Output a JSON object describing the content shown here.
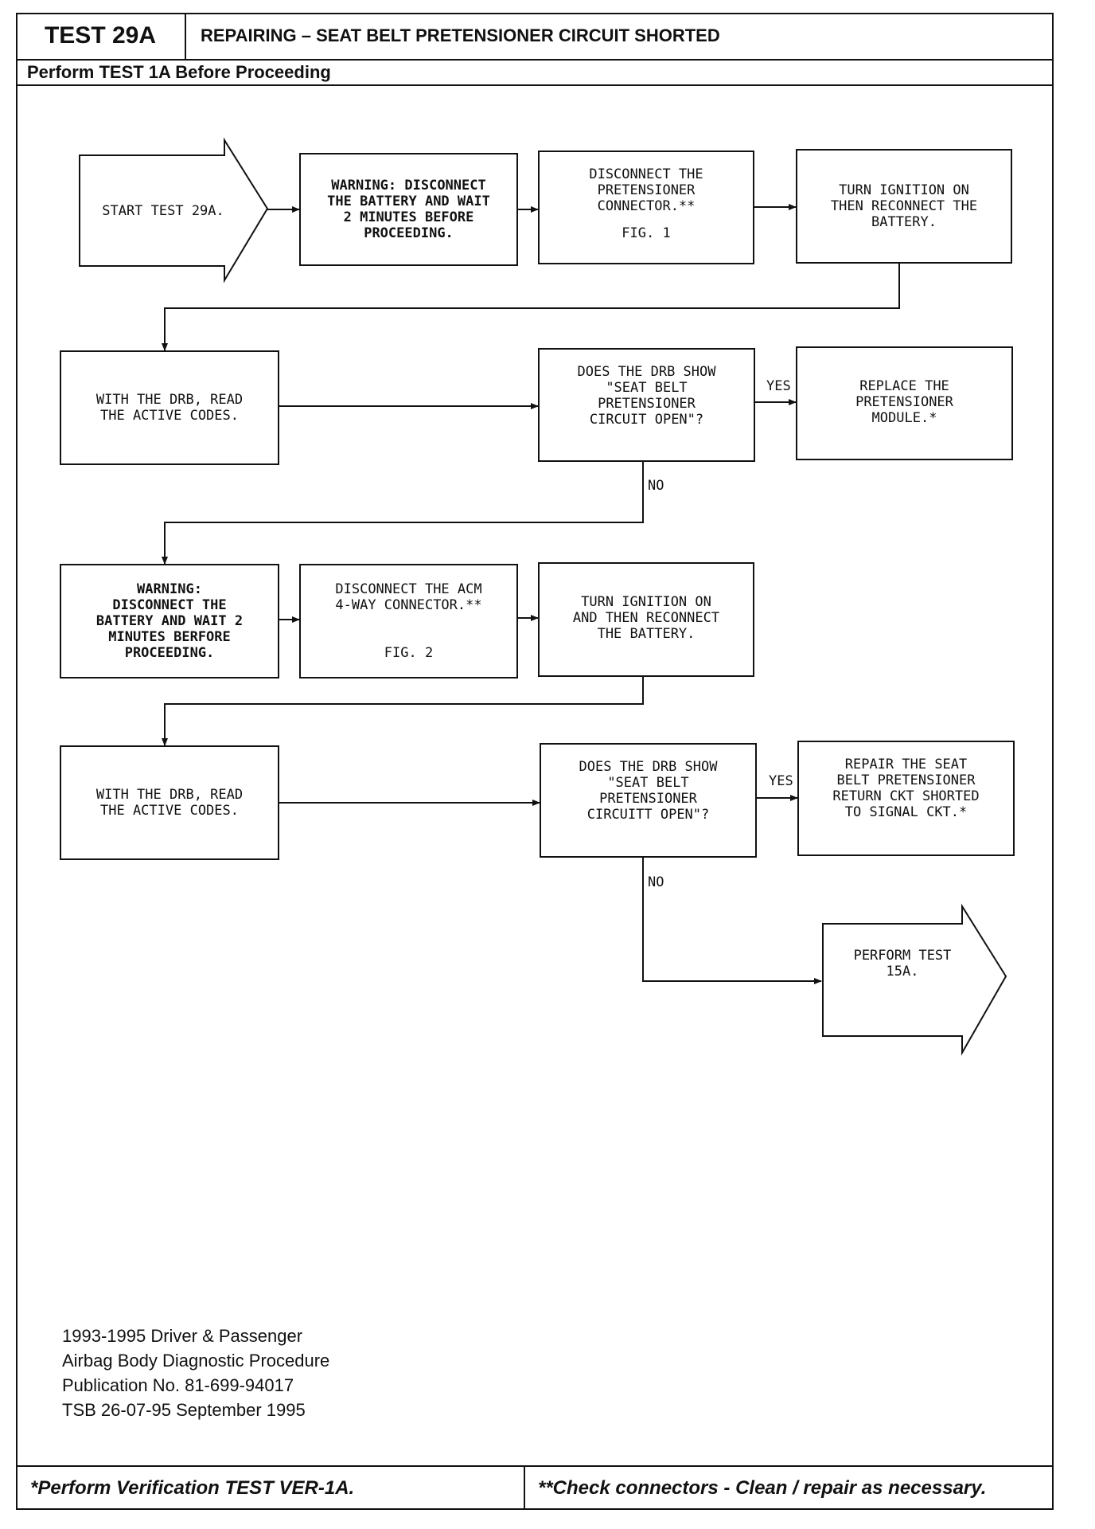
{
  "header": {
    "test_id": "TEST 29A",
    "title": "REPAIRING – SEAT BELT PRETENSIONER CIRCUIT SHORTED",
    "subtitle": "Perform TEST 1A Before Proceeding"
  },
  "flow": {
    "start": "START TEST 29A.",
    "warning1": [
      "WARNING: DISCONNECT",
      "THE BATTERY AND WAIT",
      "2 MINUTES BEFORE",
      "PROCEEDING."
    ],
    "disconnect1": [
      "DISCONNECT THE",
      "PRETENSIONER",
      "CONNECTOR.**"
    ],
    "disconnect1_fig": "FIG. 1",
    "ign1": [
      "TURN IGNITION ON",
      "THEN RECONNECT THE",
      "BATTERY."
    ],
    "read1": [
      "WITH THE DRB, READ",
      "THE ACTIVE CODES."
    ],
    "question1": [
      "DOES THE DRB SHOW",
      "\"SEAT BELT",
      "PRETENSIONER",
      "CIRCUIT OPEN\"?"
    ],
    "yes1": "YES",
    "replace": [
      "REPLACE THE",
      "PRETENSIONER",
      "MODULE.*"
    ],
    "no1": "NO",
    "warning2": [
      "WARNING:",
      "DISCONNECT THE",
      "BATTERY AND WAIT 2",
      "MINUTES BERFORE",
      "PROCEEDING."
    ],
    "disconnect2": [
      "DISCONNECT THE ACM",
      "4-WAY CONNECTOR.**"
    ],
    "disconnect2_fig": "FIG. 2",
    "ign2": [
      "TURN IGNITION ON",
      "AND THEN RECONNECT",
      "THE BATTERY."
    ],
    "read2": [
      "WITH THE DRB, READ",
      "THE ACTIVE CODES."
    ],
    "question2": [
      "DOES THE DRB SHOW",
      "\"SEAT BELT",
      "PRETENSIONER",
      "CIRCUITT OPEN\"?"
    ],
    "yes2": "YES",
    "repair": [
      "REPAIR THE SEAT",
      "BELT PRETENSIONER",
      "RETURN CKT SHORTED",
      "TO SIGNAL CKT.*"
    ],
    "no2": "NO",
    "perform": [
      "PERFORM TEST",
      "15A."
    ]
  },
  "publication": [
    "1993-1995 Driver & Passenger",
    "Airbag Body Diagnostic Procedure",
    "Publication No. 81-699-94017",
    "TSB 26-07-95 September 1995"
  ],
  "footer": {
    "left": "*Perform Verification TEST VER-1A.",
    "right": "**Check connectors - Clean / repair as necessary."
  }
}
